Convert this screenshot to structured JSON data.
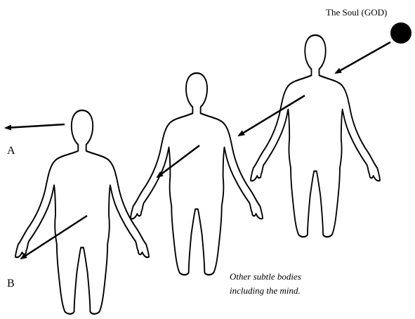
{
  "labels": {
    "soul": "The Soul (GOD)",
    "point_a": "A",
    "point_b": "B",
    "caption_line1": "Other subtle bodies",
    "caption_line2": "including the mind."
  },
  "colors": {
    "stroke": "#000000",
    "background": "#ffffff"
  }
}
